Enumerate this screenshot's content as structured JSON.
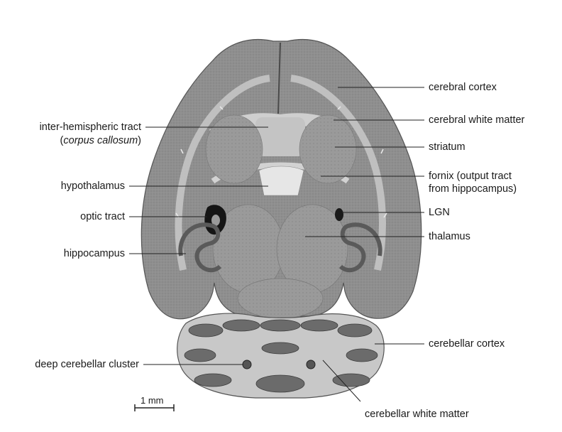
{
  "labels_right": {
    "cerebral_cortex": "cerebral cortex",
    "cerebral_white_matter": "cerebral white matter",
    "striatum": "striatum",
    "fornix_line1": "fornix (output tract",
    "fornix_line2": "from hippocampus)",
    "lgn": "LGN",
    "thalamus": "thalamus",
    "cerebellar_cortex": "cerebellar cortex",
    "cerebellar_white_matter": "cerebellar white matter"
  },
  "labels_left": {
    "inter_hemispheric_line1": "inter-hemispheric tract",
    "inter_hemispheric_paren_open": "(",
    "inter_hemispheric_italic": "corpus callosum",
    "inter_hemispheric_paren_close": ")",
    "hypothalamus": "hypothalamus",
    "optic_tract": "optic tract",
    "hippocampus": "hippocampus",
    "deep_cerebellar_cluster": "deep cerebellar cluster"
  },
  "scale_bar": {
    "label": "1 mm"
  }
}
